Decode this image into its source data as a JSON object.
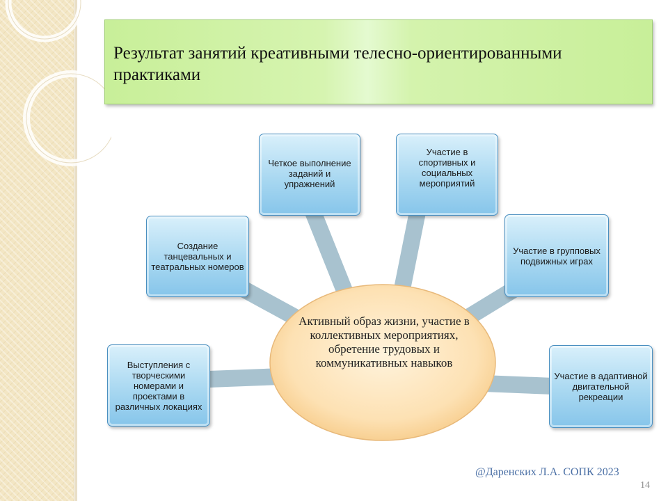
{
  "slide": {
    "title": "Результат занятий креативными телесно-ориентированными практиками",
    "footer": "@Даренских Л.А. СОПК 2023",
    "page_number": "14"
  },
  "diagram": {
    "center": "Активный образ жизни, участие в коллективных мероприятиях, обретение трудовых и коммуникативных навыков",
    "nodes": {
      "left_bottom": "Выступления с творческими номерами и проектами в различных локациях",
      "left_top": "Создание танцевальных и театральных номеров",
      "top_left": "Четкое выполнение заданий и упражнений",
      "top_right": "Участие в спортивных и социальных мероприятий",
      "right_top": "Участие в групповых подвижных играх",
      "right_bottom": "Участие в адаптивной двигательной рекреации"
    },
    "colors": {
      "node_fill": "#a9d8f1",
      "node_border": "#4a8fc0",
      "center_fill": "#fddcaa",
      "connector": "#a8c2cf",
      "title_fill": "#c8ef99"
    }
  }
}
